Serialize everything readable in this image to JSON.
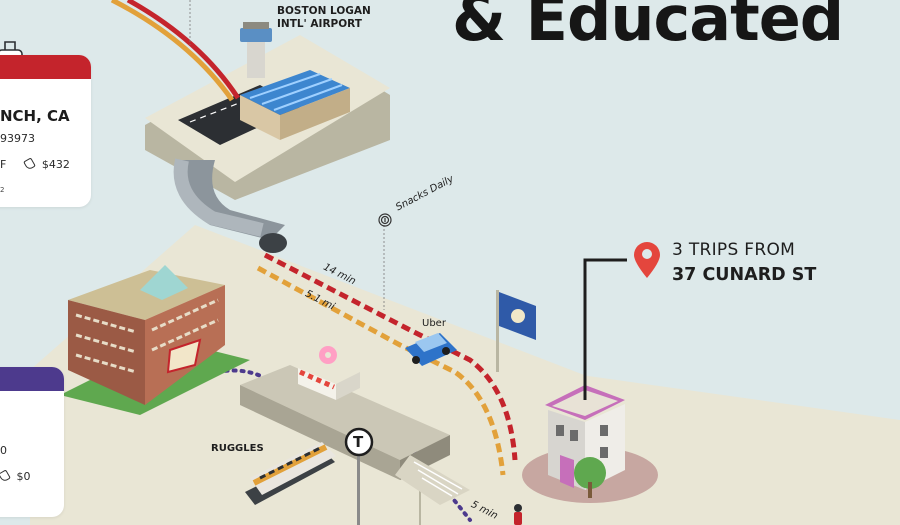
{
  "heading": {
    "line2": "& Educated"
  },
  "airport": {
    "line1": "BOSTON LOGAN",
    "line2": "INTL' AIRPORT"
  },
  "trips": {
    "line1": "3 TRIPS FROM",
    "line2": "37 CUNARD ST"
  },
  "labels": {
    "snacks": "Snacks Daily",
    "time_car": "14 min",
    "dist_car": "5.1 mi",
    "uber": "Uber",
    "ruggles": "RUGGLES",
    "time_walk": "5 min",
    "t_sign": "T"
  },
  "card_left_top": {
    "title": "NCH, CA",
    "code": "93973",
    "stat_prefix": "F",
    "price": "$432",
    "note": "2"
  },
  "card_left_bottom": {
    "stat_prefix": "0",
    "price": "$0"
  },
  "colors": {
    "red_route": "#c4242c",
    "orange_route": "#e2a13a",
    "purple_route": "#4d3a8d",
    "pin": "#e4463d",
    "ground": "#e9e6d5",
    "background": "#dde9ea"
  },
  "icons": {
    "pin": "map-pin-icon",
    "snacks": "fingerprint-icon",
    "price": "tag-icon",
    "luggage": "luggage-icon"
  }
}
